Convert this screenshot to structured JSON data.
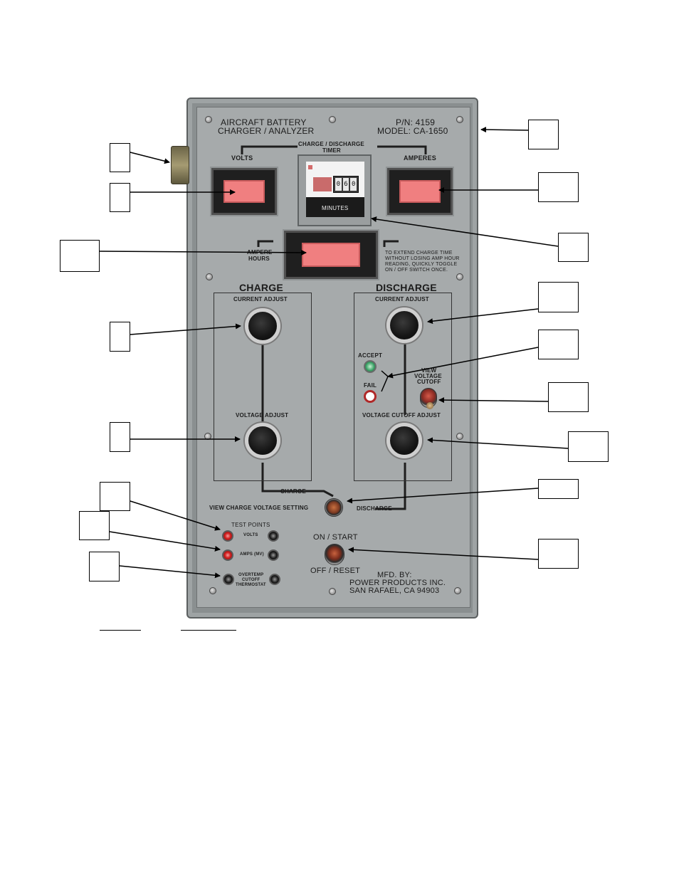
{
  "panel": {
    "title_line1": "AIRCRAFT BATTERY",
    "title_line2": "CHARGER / ANALYZER",
    "part_number": "P/N: 4159",
    "model": "MODEL: CA-1650",
    "volts_label": "VOLTS",
    "amperes_label": "AMPERES",
    "timer_label_line1": "CHARGE / DISCHARGE",
    "timer_label_line2": "TIMER",
    "timer_digits": [
      "0",
      "6",
      "0"
    ],
    "minutes_label": "MINUTES",
    "amp_hours_line1": "AMPERE",
    "amp_hours_line2": "HOURS",
    "note_line1": "TO EXTEND CHARGE TIME",
    "note_line2": "WITHOUT LOSING AMP HOUR",
    "note_line3": "READING, QUICKLY TOGGLE",
    "note_line4": "ON / OFF SWITCH ONCE.",
    "charge_title": "CHARGE",
    "discharge_title": "DISCHARGE",
    "current_adjust": "CURRENT ADJUST",
    "voltage_adjust": "VOLTAGE ADJUST",
    "discharge_current_adjust": "CURRENT ADJUST",
    "voltage_cutoff_adjust": "VOLTAGE CUTOFF ADJUST",
    "accept_label": "ACCEPT",
    "fail_label": "FAIL",
    "view_voltage_cutoff_line1": "VIEW",
    "view_voltage_cutoff_line2": "VOLTAGE",
    "view_voltage_cutoff_line3": "CUTOFF",
    "charge_small": "CHARGE",
    "view_charge_voltage_setting": "VIEW CHARGE VOLTAGE SETTING",
    "discharge_small": "DISCHARGE",
    "test_points": "TEST POINTS",
    "tp_volts": "VOLTS",
    "tp_amps": "AMPS (MV)",
    "tp_overtemp_line1": "OVERTEMP",
    "tp_overtemp_line2": "CUTOFF",
    "tp_overtemp_line3": "THERMOSTAT",
    "on_start": "ON / START",
    "off_reset": "OFF / RESET",
    "mfd_line1": "MFD. BY:",
    "mfd_line2": "POWER PRODUCTS INC.",
    "mfd_line3": "SAN RAFAEL, CA 94903"
  },
  "colors": {
    "panel": "#a6aaab",
    "meter_face": "#f07f80",
    "accept_led": "#3fa56a",
    "fail_led": "#ffffff"
  }
}
